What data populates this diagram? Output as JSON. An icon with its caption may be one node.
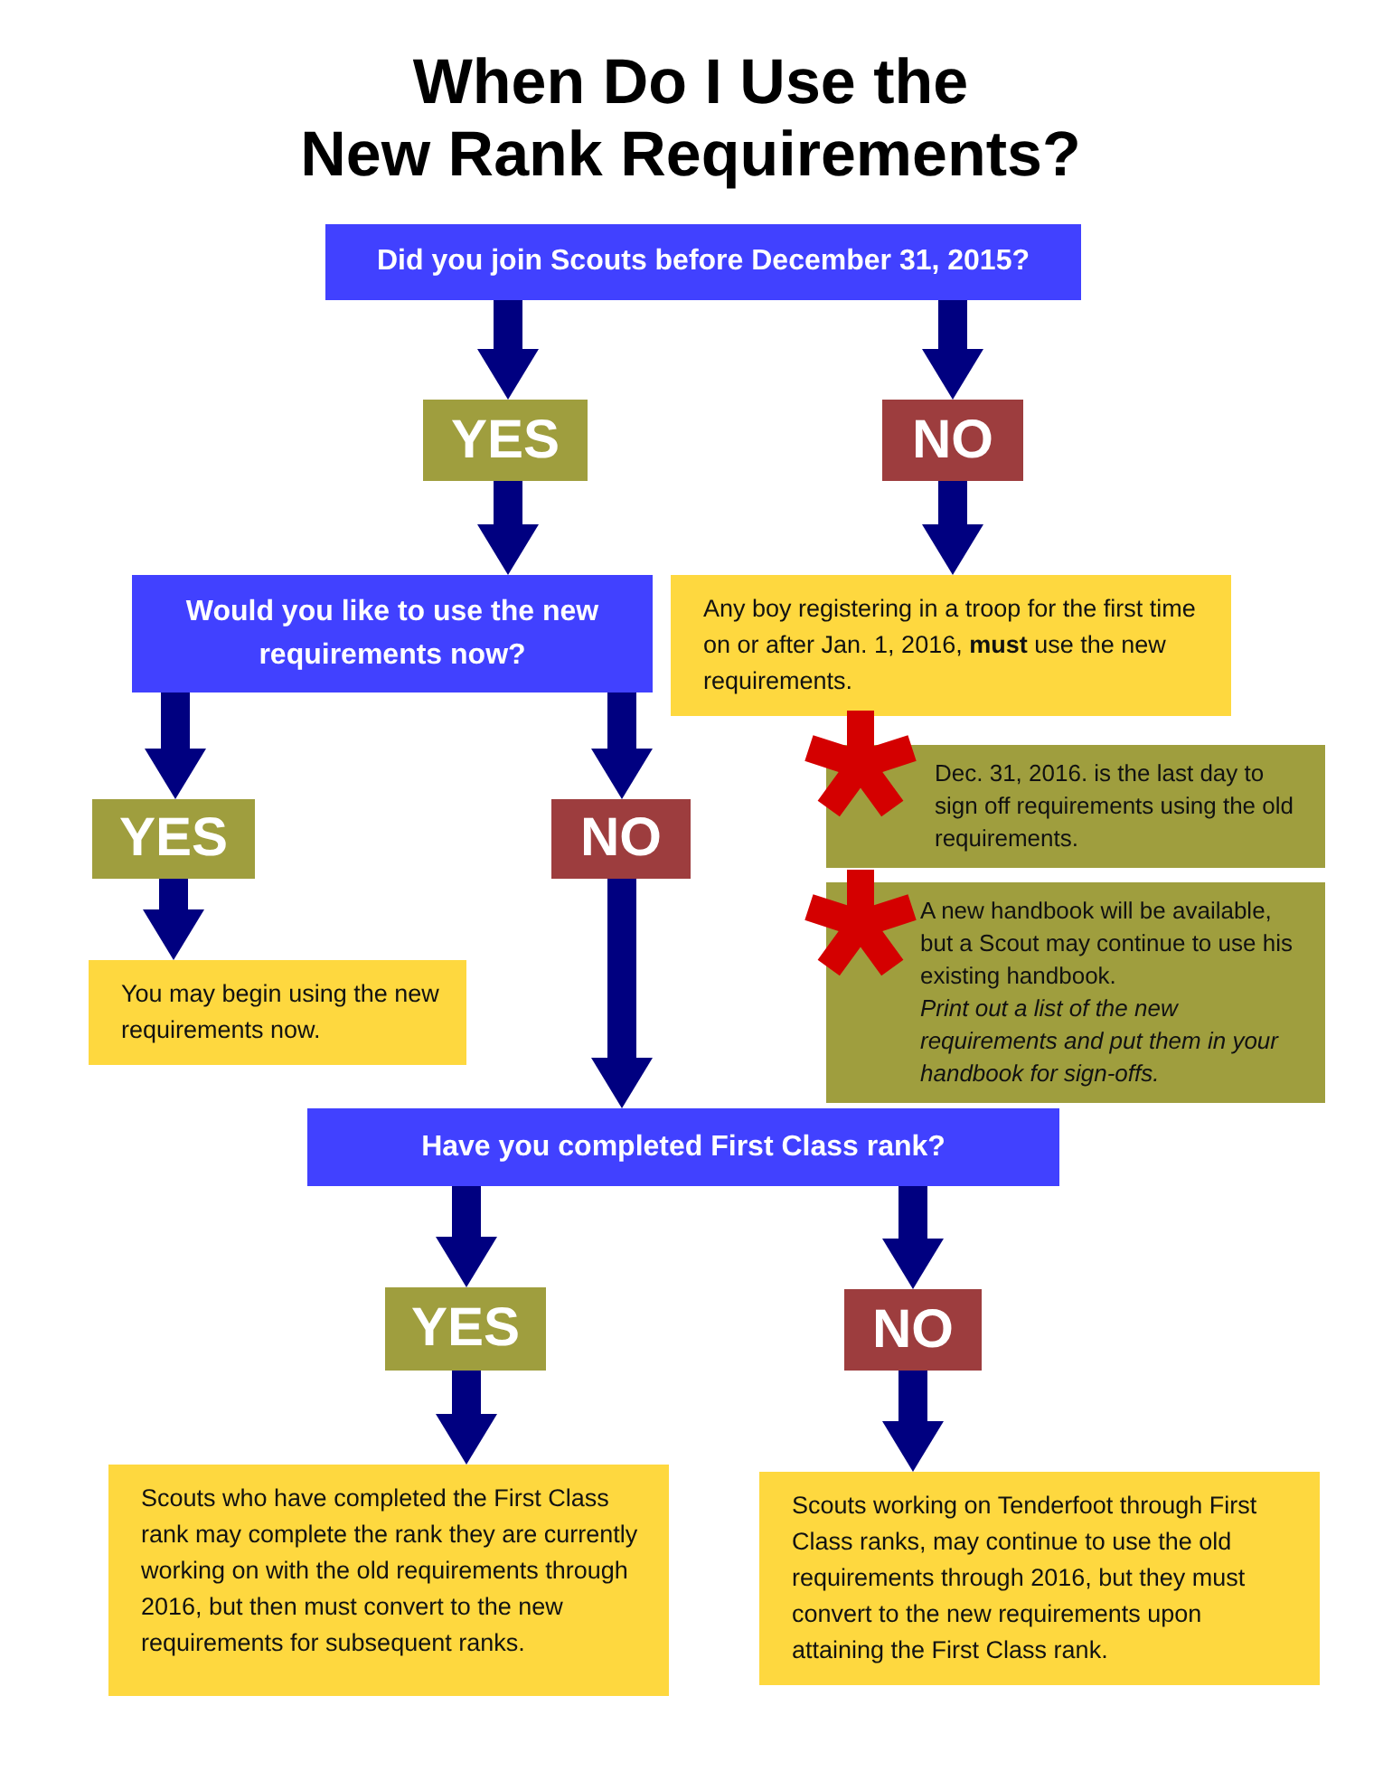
{
  "diagram": {
    "title": "When Do I Use the New Rank Requirements?",
    "nodes": [
      {
        "text": [
          "Did you join Scouts before December 31, 2015?"
        ]
      },
      {
        "text": [
          "YES"
        ]
      },
      {
        "text": [
          "NO"
        ]
      },
      {
        "text": [
          "Would you like to use the new requirements now?"
        ]
      },
      {
        "text": [
          "Any boy registering in a troop for the first time on or after Jan. 1, 2016, **must** use the new requirements."
        ]
      },
      {
        "text": [
          "Dec. 31, 2016. is the last day to sign off requirements using the old requirements."
        ]
      },
      {
        "text": [
          "A new handbook will be available, but a Scout may continue to use his existing handbook.",
          "Print out a list of the new requirements and put them in your handbook for sign-offs."
        ]
      },
      {
        "text": [
          "YES"
        ]
      },
      {
        "text": [
          "NO"
        ]
      },
      {
        "text": [
          "You may begin using the new requirements now."
        ]
      },
      {
        "text": [
          "Have you completed First Class rank?"
        ]
      },
      {
        "text": [
          "YES"
        ]
      },
      {
        "text": [
          "NO"
        ]
      },
      {
        "text": [
          "Scouts who have completed the First Class rank may complete the rank they are currently working on with the old requirements through 2016, but then must convert to the new requirements for subsequent ranks."
        ]
      },
      {
        "text": [
          "Scouts working on Tenderfoot through First Class ranks, may continue to use the old requirements through 2016, but they must convert to the new requirements upon attaining the First Class rank."
        ]
      }
    ],
    "edges": [
      {
        "from": 0,
        "to": 1,
        "arrow": "to"
      },
      {
        "from": 0,
        "to": 2,
        "arrow": "to"
      },
      {
        "from": 1,
        "to": 3,
        "arrow": "to"
      },
      {
        "from": 2,
        "to": 4,
        "arrow": "to"
      },
      {
        "from": 3,
        "to": 7,
        "arrow": "to"
      },
      {
        "from": 3,
        "to": 8,
        "arrow": "to"
      },
      {
        "from": 7,
        "to": 9,
        "arrow": "to"
      },
      {
        "from": 8,
        "to": 10,
        "arrow": "to"
      },
      {
        "from": 10,
        "to": 11,
        "arrow": "to"
      },
      {
        "from": 10,
        "to": 12,
        "arrow": "to"
      },
      {
        "from": 11,
        "to": 13,
        "arrow": "to"
      },
      {
        "from": 12,
        "to": 14,
        "arrow": "to"
      }
    ]
  }
}
